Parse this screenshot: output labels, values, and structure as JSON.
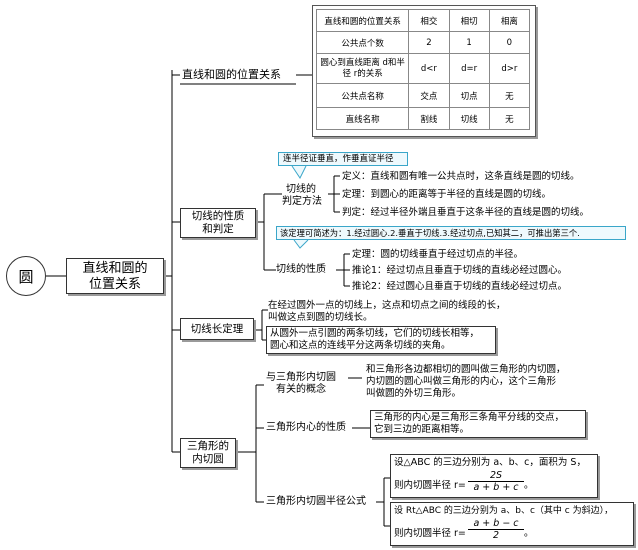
{
  "root": {
    "title": "圆"
  },
  "central": {
    "line1": "直线和圆的",
    "line2": "位置关系"
  },
  "branches": {
    "relation": "直线和圆的位置关系",
    "tangent_line1": "切线的性质",
    "tangent_line2": "和判定",
    "length": "切线长定理",
    "incircle_line1": "三角形的",
    "incircle_line2": "内切圆"
  },
  "table": {
    "header": [
      "直线和圆的位置关系",
      "相交",
      "相切",
      "相离"
    ],
    "rows": [
      [
        "公共点个数",
        "2",
        "1",
        "0"
      ],
      [
        "圆心到直线距离 d和半径 r的关系",
        "d<r",
        "d=r",
        "d>r"
      ],
      [
        "公共点名称",
        "交点",
        "切点",
        "无"
      ],
      [
        "直线名称",
        "割线",
        "切线",
        "无"
      ]
    ]
  },
  "tangent": {
    "judge_hint": "连半径证垂直，作垂直证半径",
    "judge_label1": "切线的",
    "judge_label2": "判定方法",
    "def": "定义：直线和圆有唯一公共点时，这条直线是圆的切线。",
    "theorem": "定理：到圆心的距离等于半径的直线是圆的切线。",
    "judge": "判定：经过半径外端且垂直于这条半径的直线是圆的切线。",
    "prop_hint": "该定理可简述为：1.经过圆心.2.垂直于切线.3.经过切点,已知其二，可推出第三个.",
    "prop_label": "切线的性质",
    "prop_theorem": "定理：圆的切线垂直于经过切点的半径。",
    "corollary1": "推论1：经过切点且垂直于切线的直线必经过圆心。",
    "corollary2": "推论2：经过圆心且垂直于切线的直线必经过切点。"
  },
  "length_theorem": {
    "text1": "在经过圆外一点的切线上，这点和切点之间的线段的长，",
    "text2": "叫做这点到圆的切线长。",
    "box1": "从圆外一点引圆的两条切线，它们的切线长相等，",
    "box2": "圆心和这点的连线平分这两条切线的夹角。"
  },
  "incircle": {
    "concept_label1": "与三角形内切圆",
    "concept_label2": "有关的概念",
    "concept1": "和三角形各边都相切的圆叫做三角形的内切圆，",
    "concept2": "内切圆的圆心叫做三角形的内心，这个三角形",
    "concept3": "叫做圆的外切三角形。",
    "incenter_label": "三角形内心的性质",
    "incenter1": "三角形的内心是三角形三条角平分线的交点，",
    "incenter2": "它到三边的距离相等。",
    "formula_label": "三角形内切圆半径公式",
    "f1_given": "设△ABC 的三边分别为 a、b、c，面积为 S，",
    "f1_pre": "则内切圆半径 r=",
    "f1_num": "2S",
    "f1_den": "a + b + c",
    "f1_post": "。",
    "f2_given": "设 Rt△ABC 的三边分别为 a、b、c（其中 c 为斜边），",
    "f2_pre": "则内切圆半径 r=",
    "f2_num": "a + b − c",
    "f2_den": "2",
    "f2_post": "。"
  }
}
